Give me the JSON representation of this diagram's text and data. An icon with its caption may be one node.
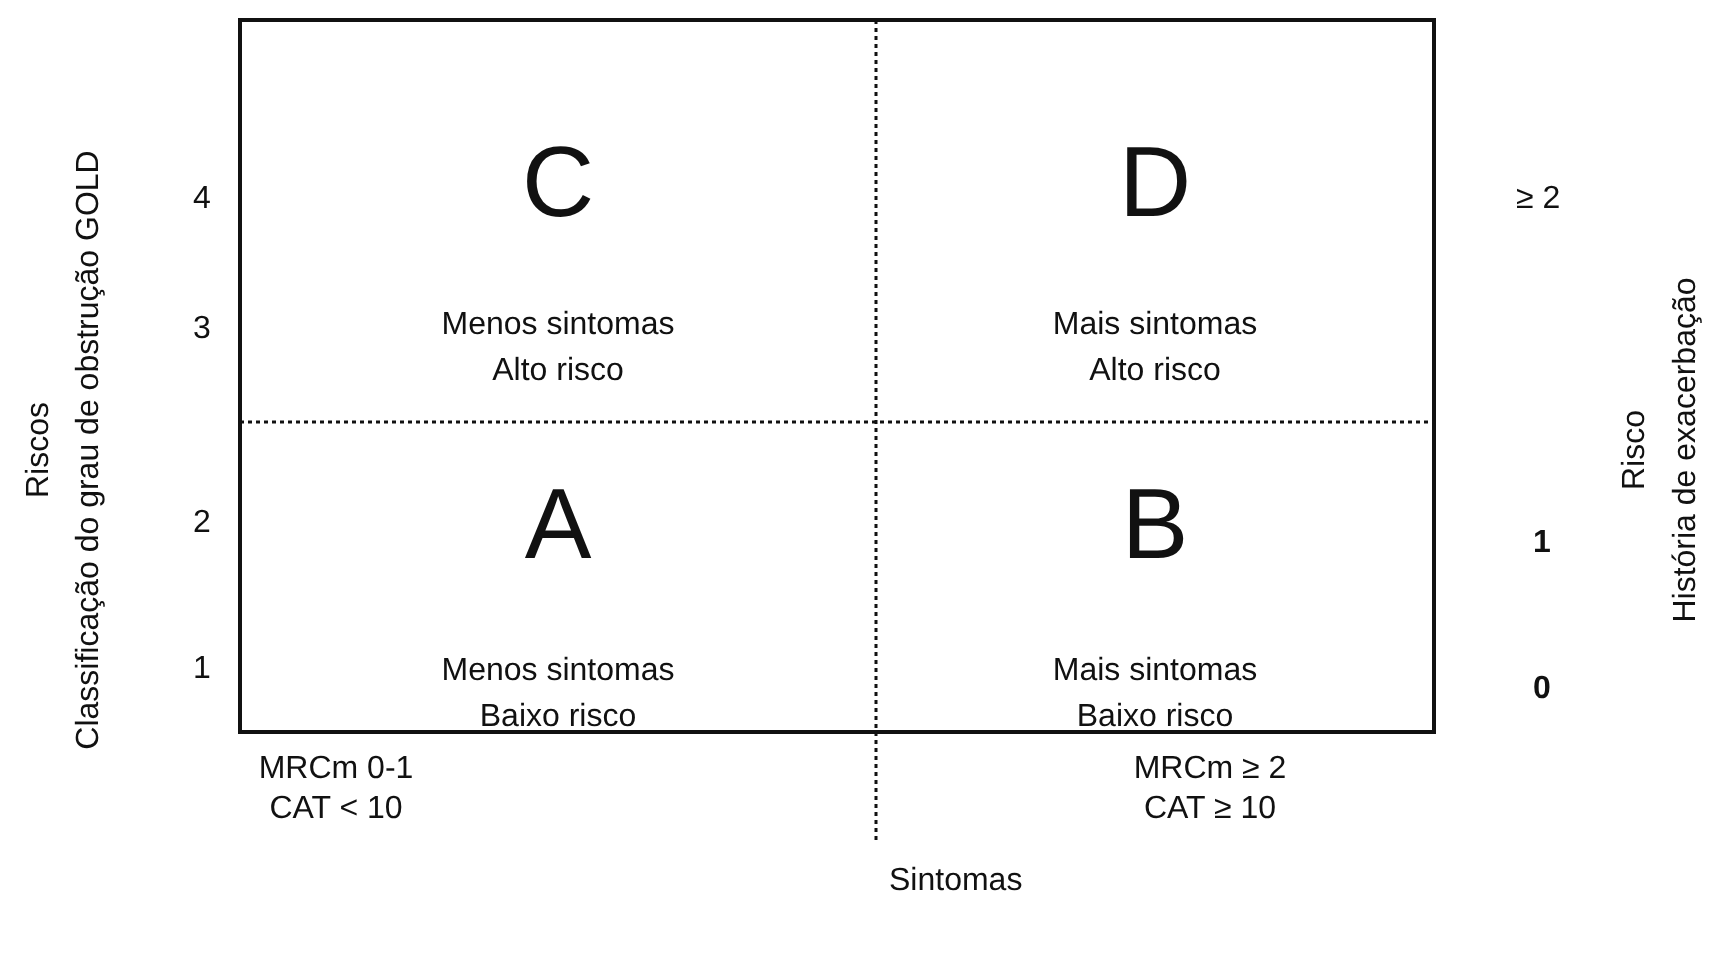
{
  "diagram": {
    "nodes": [
      {
        "text": [
          "C",
          "Menos sintomas Alto risco"
        ]
      },
      {
        "text": [
          "D",
          "Mais sintomas Alto risco"
        ]
      },
      {
        "text": [
          "A",
          "Menos sintomas Baixo risco"
        ]
      },
      {
        "text": [
          "B",
          "Mais sintomas Baixo risco"
        ]
      }
    ],
    "labels": [
      "Riscos",
      "Classificação do grau de obstrução GOLD",
      "4",
      "3",
      "2",
      "1",
      "≥ 2",
      "1",
      "0",
      "Risco",
      "História de exacerbação",
      "MRCm 0-1 CAT < 10",
      "MRCm ≥ 2 CAT ≥ 10",
      "Sintomas"
    ]
  }
}
